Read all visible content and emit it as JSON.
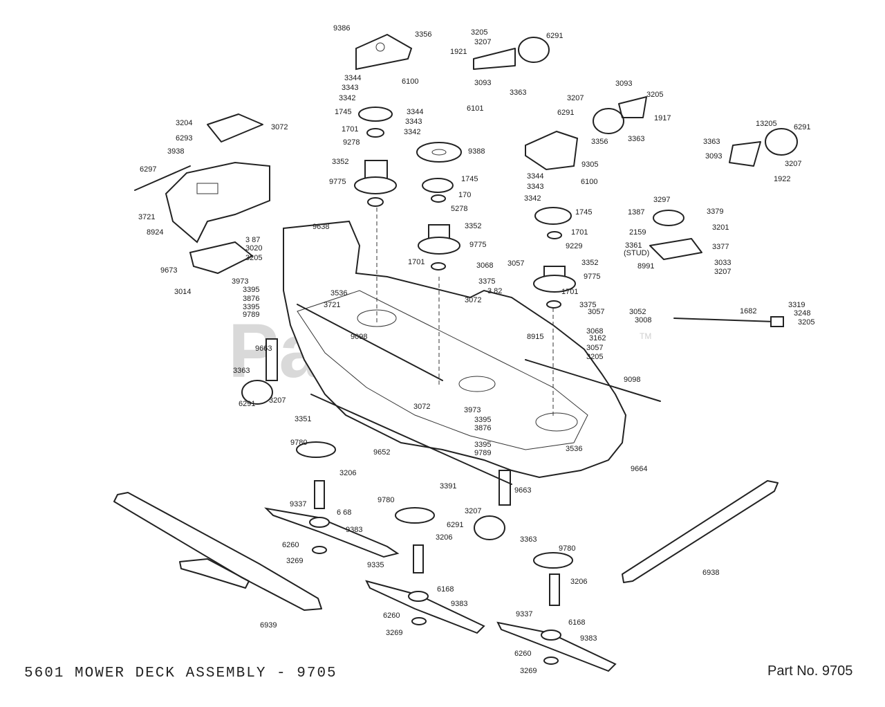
{
  "diagram": {
    "title": "5601 MOWER DECK ASSEMBLY - 9705",
    "part_number": "Part No. 9705",
    "watermark": "PartsTree",
    "watermark_tm": "TM",
    "labels": [
      "9386",
      "3356",
      "3205",
      "6291",
      "3207",
      "1921",
      "3093",
      "3363",
      "3344",
      "3343",
      "3342",
      "6100",
      "1745",
      "1701",
      "9278",
      "9775",
      "3352",
      "3344",
      "3343",
      "3342",
      "6101",
      "9388",
      "1745",
      "170",
      "5278",
      "9775",
      "3352",
      "1701",
      "3093",
      "3207",
      "3205",
      "6291",
      "1917",
      "3363",
      "3356",
      "9305",
      "3344",
      "3343",
      "3342",
      "6100",
      "1745",
      "1701",
      "9229",
      "3352",
      "9775",
      "1701",
      "13205",
      "6291",
      "3363",
      "3093",
      "3207",
      "1922",
      "3297",
      "1387",
      "3379",
      "3201",
      "2159",
      "3361",
      "(STUD)",
      "3377",
      "8991",
      "3033",
      "3207",
      "3204",
      "6293",
      "3072",
      "3938",
      "6297",
      "3721",
      "8924",
      "9638",
      "3 87",
      "3020",
      "3205",
      "9673",
      "3014",
      "3973",
      "3395",
      "3876",
      "3395",
      "9789",
      "3536",
      "3721",
      "9098",
      "9663",
      "3363",
      "6291",
      "3207",
      "3068",
      "3057",
      "3375",
      "3 82",
      "3072",
      "8915",
      "3375",
      "3057",
      "3068",
      "3162",
      "3057",
      "3205",
      "9098",
      "3052",
      "3008",
      "1682",
      "3319",
      "3248",
      "3205",
      "3072",
      "3973",
      "3395",
      "3876",
      "3395",
      "9789",
      "3536",
      "9664",
      "3351",
      "9780",
      "3206",
      "9652",
      "3391",
      "9663",
      "3207",
      "6291",
      "3363",
      "9337",
      "6 68",
      "9383",
      "6260",
      "3269",
      "9780",
      "3206",
      "9335",
      "6168",
      "9383",
      "6260",
      "3269",
      "9780",
      "3206",
      "9337",
      "6168",
      "9383",
      "6260",
      "3269",
      "6939",
      "6938"
    ]
  }
}
